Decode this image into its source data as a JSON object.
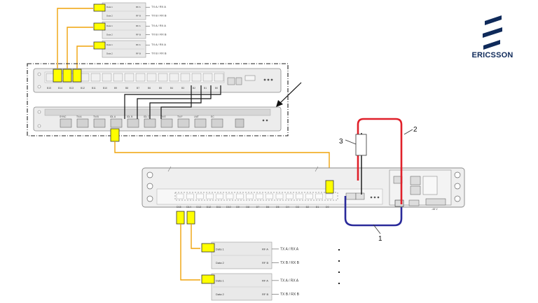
{
  "brand": {
    "name": "ERICSSON",
    "color": "#0f2a5a"
  },
  "colors": {
    "fiber": "#f0a30a",
    "red_cable": "#e0202a",
    "blue_cable": "#2a2a9a",
    "sfp": "#ffff00",
    "chassis": "#e9e9e9"
  },
  "callouts": {
    "c1": "1",
    "c2": "2",
    "c3": "3"
  },
  "top_radios": [
    {
      "data1": "Data 1",
      "data2": "Data 2",
      "rfa": "RF A",
      "rfb": "RF B",
      "txa": "TX A / RX A",
      "txb": "TX B / RX B"
    },
    {
      "data1": "Data 1",
      "data2": "Data 2",
      "rfa": "RF A",
      "rfb": "RF B",
      "txa": "TX A / RX A",
      "txb": "TX B / RX B"
    },
    {
      "data1": "Data 1",
      "data2": "Data 2",
      "rfa": "RF A",
      "rfb": "RF B",
      "txa": "TX A / RX A",
      "txb": "TX B / RX B"
    }
  ],
  "bottom_radios": [
    {
      "data1": "Data 1",
      "data2": "Data 2",
      "rfa": "RF A",
      "rfb": "RF B",
      "txa": "TX A / RX A",
      "txb": "TX B / RX B"
    },
    {
      "data1": "Data 1",
      "data2": "Data 2",
      "rfa": "RF A",
      "rfb": "RF B",
      "txa": "TX A / RX A",
      "txb": "TX B / RX B"
    }
  ],
  "upper_unit": {
    "ports": [
      "B15",
      "B14",
      "B13",
      "B12",
      "B11",
      "B10",
      "B9",
      "B8",
      "B7",
      "B6",
      "B5",
      "B4",
      "B3",
      "B2",
      "B1",
      "B0"
    ]
  },
  "lower_unit": {
    "ports": [
      "SYNC",
      "TN A",
      "TN B",
      "IDL A",
      "IDL B",
      "IDL C",
      "TN E",
      "TN F",
      "LMT",
      "EC"
    ]
  },
  "main_unit": {
    "ports": [
      "D15",
      "D14",
      "D13",
      "D12",
      "D11",
      "D10",
      "D9",
      "D8",
      "D7",
      "D6",
      "D5",
      "D4",
      "D3",
      "D2",
      "D1",
      "D0"
    ],
    "pwr_label": "-48 V"
  }
}
